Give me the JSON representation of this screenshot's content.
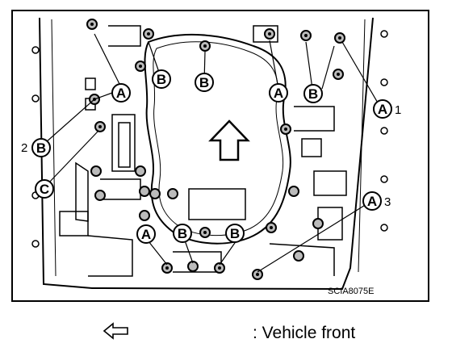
{
  "diagram": {
    "image_code": "SCIA8075E",
    "callouts": {
      "a_top_left": "A",
      "b_left_1": "B",
      "b_left_2": "B",
      "a_center": "A",
      "b_center": "B",
      "a_right_1": "A",
      "num_1": "1",
      "b_side_2": "B",
      "num_2": "2",
      "c_left": "C",
      "a_right_3": "A",
      "num_3": "3",
      "a_bottom": "A",
      "b_bottom_1": "B",
      "b_bottom_2": "B"
    }
  },
  "legend": {
    "arrow_icon": "outline-left-arrow-icon",
    "text": ": Vehicle front"
  }
}
